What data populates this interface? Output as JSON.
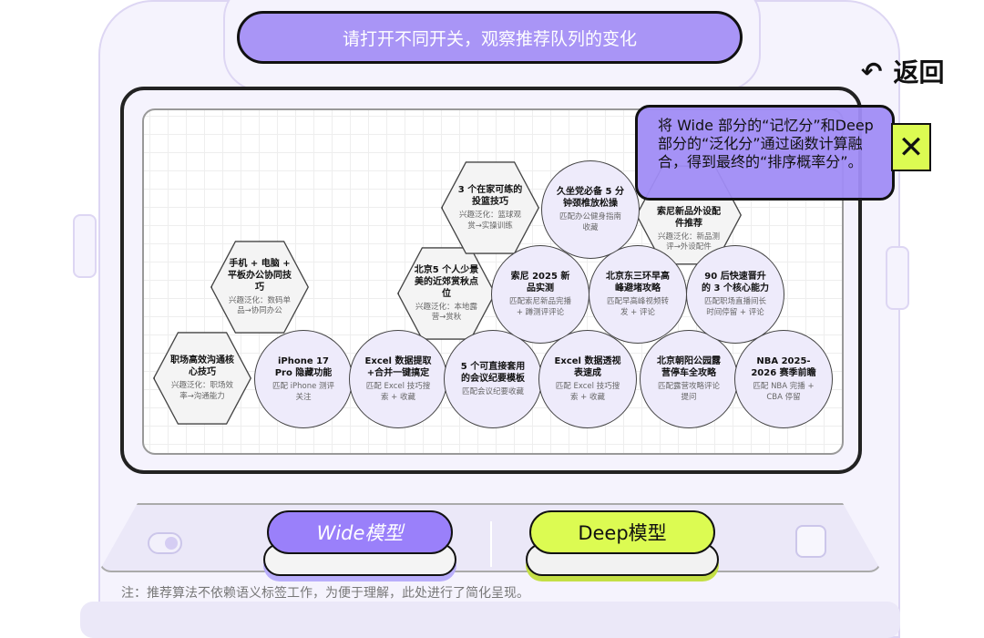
{
  "header": {
    "title": "请打开不同开关，观察推荐队列的变化",
    "back_label": "返回"
  },
  "nodes": [
    {
      "title": "职场高效沟通核心技巧",
      "sub": "兴趣泛化：职场效率→沟通能力",
      "shape": "hex"
    },
    {
      "title": "手机 + 电脑 + 平板办公协同技巧",
      "sub": "兴趣泛化：数码单品→协同办公",
      "shape": "hex"
    },
    {
      "title": "北京5 个人少景美的近郊赏秋点位",
      "sub": "兴趣泛化：本地露营→赏秋",
      "shape": "hex"
    },
    {
      "title": "3 个在家可练的投篮技巧",
      "sub": "兴趣泛化：篮球观赏→实操训练",
      "shape": "hex"
    },
    {
      "title": "索尼新品外设配件推荐",
      "sub": "兴趣泛化：新品测评→外设配件",
      "shape": "hex"
    },
    {
      "title": "iPhone 17 Pro 隐藏功能",
      "sub": "匹配 iPhone 测评关注",
      "shape": "circle"
    },
    {
      "title": "Excel 数据提取+合并一键搞定",
      "sub": "匹配 Excel 技巧搜索 + 收藏",
      "shape": "circle"
    },
    {
      "title": "5 个可直接套用的会议纪要模板",
      "sub": "匹配会议纪要收藏",
      "shape": "circle"
    },
    {
      "title": "Excel 数据透视表速成",
      "sub": "匹配 Excel 技巧搜索 + 收藏",
      "shape": "circle"
    },
    {
      "title": "北京朝阳公园露营停车全攻略",
      "sub": "匹配露营攻略评论提问",
      "shape": "circle"
    },
    {
      "title": "NBA 2025-2026 赛季前瞻",
      "sub": "匹配 NBA 完播 + CBA 停留",
      "shape": "circle"
    },
    {
      "title": "索尼 2025 新品实测",
      "sub": "匹配索尼新品完播 + 蹲测评评论",
      "shape": "circle"
    },
    {
      "title": "北京东三环早高峰避堵攻略",
      "sub": "匹配早高峰视频转发 + 评论",
      "shape": "circle"
    },
    {
      "title": "90 后快速晋升的 3 个核心能力",
      "sub": "匹配职场直播间长时间停留 + 评论",
      "shape": "circle"
    },
    {
      "title": "久坐党必备 5 分钟颈椎放松操",
      "sub": "匹配办公健身指南收藏",
      "shape": "circle"
    }
  ],
  "tooltip": {
    "text": "将 Wide 部分的“记忆分”和Deep部分的“泛化分”通过函数计算融合，得到最终的“排序概率分”。"
  },
  "controls": {
    "wide_label": "Wide模型",
    "deep_label": "Deep模型"
  },
  "note": "注：推荐算法不依赖语义标签工作，为便于理解，此处进行了简化呈现。",
  "colors": {
    "accent": "#a995f6",
    "lime": "#dcfb52"
  }
}
